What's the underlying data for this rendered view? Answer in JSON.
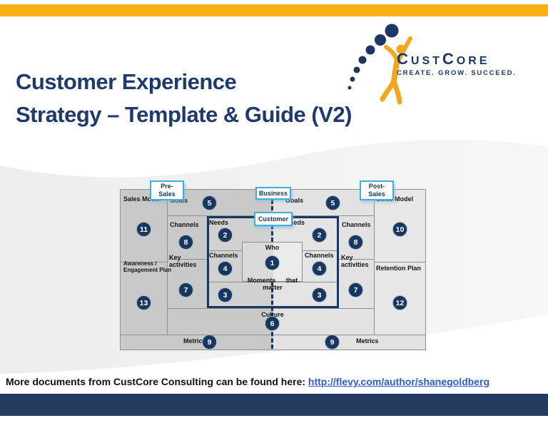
{
  "colors": {
    "navy": "#17375E",
    "gold": "#FBB116",
    "cyan_border": "#3CAFDC",
    "bar_navy": "#243C60",
    "link_blue": "#2D5BDA"
  },
  "title": {
    "line1": "Customer Experience",
    "line2": "Strategy – Template & Guide (V2)"
  },
  "logo": {
    "word_c1": "C",
    "word_ust": "UST",
    "word_c2": "C",
    "word_ore": "ORE",
    "tagline": "CREATE. GROW. SUCCEED."
  },
  "diagram": {
    "callouts": {
      "pre_line1": "Pre-",
      "pre_line2": "Sales",
      "business": "Business",
      "customer": "Customer",
      "post_line1": "Post-",
      "post_line2": "Sales"
    },
    "labels": {
      "sales_model": "Sales Model",
      "goals": "Goals",
      "channels": "Channels",
      "needs": "Needs",
      "key": "Key",
      "activities": "activities",
      "who": "Who",
      "moments_line1": "Moments that",
      "moments_line2": "matter",
      "culture": "Culture",
      "metrics": "Metrics",
      "awareness_line1": "Awareness /",
      "awareness_line2": "Engagement Plan",
      "retention": "Retention Plan"
    },
    "numbers": {
      "n1": "1",
      "n2": "2",
      "n3": "3",
      "n4": "4",
      "n5": "5",
      "n6": "6",
      "n7": "7",
      "n8": "8",
      "n9": "9",
      "n10": "10",
      "n11": "11",
      "n12": "12",
      "n13": "13"
    }
  },
  "footer": {
    "prefix": "More documents from CustCore Consulting can be found here: ",
    "link": "http://flevy.com/author/shanegoldberg"
  }
}
